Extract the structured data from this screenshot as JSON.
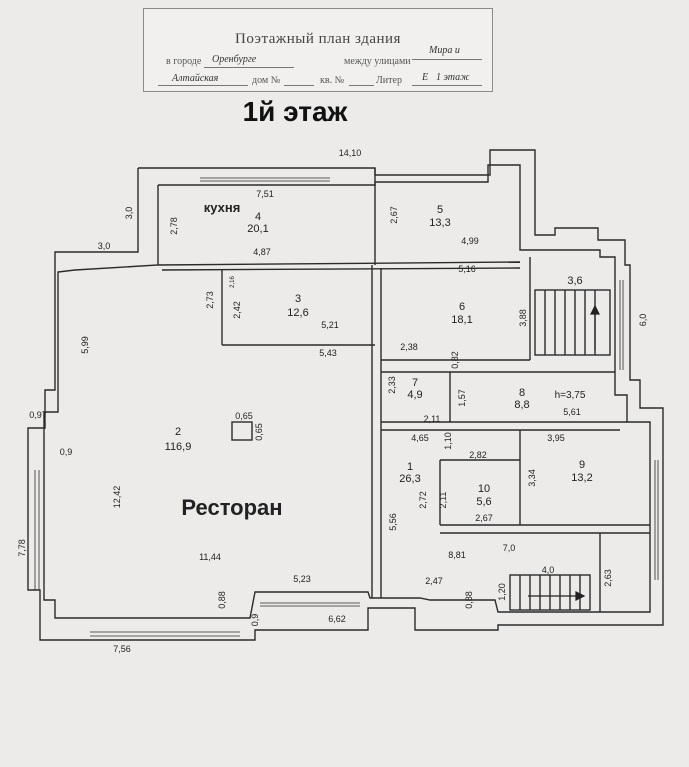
{
  "header": {
    "title": "Поэтажный план здания",
    "city_prefix": "в городе",
    "city": "Оренбурге",
    "between": "между улицами",
    "street1": "Мира и",
    "street2": "Алтайская",
    "house": "дом №",
    "apt": "кв. №",
    "liter_prefix": "Литер",
    "liter": "Е",
    "floor_note": "1 этаж"
  },
  "floor_title": "1й этаж",
  "rooms": [
    {
      "no": "1",
      "area": "26,3"
    },
    {
      "no": "2",
      "area": "116,9"
    },
    {
      "no": "3",
      "area": "12,6"
    },
    {
      "no": "4",
      "area": "20,1"
    },
    {
      "no": "5",
      "area": "13,3"
    },
    {
      "no": "6",
      "area": "18,1"
    },
    {
      "no": "7",
      "area": "4,9"
    },
    {
      "no": "8",
      "area": "8,8"
    },
    {
      "no": "9",
      "area": "13,2"
    },
    {
      "no": "10",
      "area": "5,6"
    },
    {
      "no": "",
      "area": "3,6"
    }
  ],
  "room_labels": {
    "kitchen": "кухня",
    "restaurant": "Ресторан",
    "height": "h=3,75"
  },
  "dimensions": [
    "14,10",
    "7,51",
    "3,0",
    "2,78",
    "2,67",
    "4,87",
    "4,99",
    "3,0",
    "2,73",
    "2,42",
    "5,16",
    "5,21",
    "5,43",
    "2,38",
    "3,88",
    "6,0",
    "5,99",
    "0,82",
    "2,33",
    "1,57",
    "0,97",
    "0,65",
    "0,65",
    "2,11",
    "5,61",
    "0,9",
    "4,65",
    "1,10",
    "3,95",
    "2,82",
    "3,34",
    "12,42",
    "2,72",
    "2,11",
    "2,67",
    "5,56",
    "7,78",
    "7,0",
    "8,81",
    "11,44",
    "4,0",
    "2,47",
    "2,63",
    "5,23",
    "0,88",
    "0,88",
    "1,20",
    "0,9",
    "6,62",
    "7,56",
    "2,16"
  ]
}
